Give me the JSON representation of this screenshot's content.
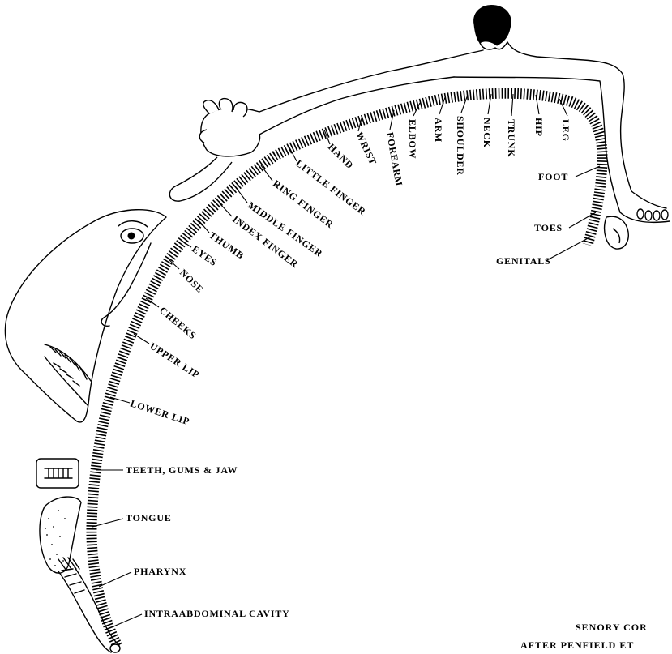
{
  "labels": {
    "leg": "LEG",
    "hip": "HIP",
    "trunk": "TRUNK",
    "neck": "NECK",
    "shoulder": "SHOULDER",
    "arm": "ARM",
    "elbow": "ELBOW",
    "forearm": "FOREARM",
    "wrist": "WRIST",
    "hand": "HAND",
    "little_finger": "LITTLE FINGER",
    "ring_finger": "RING FINGER",
    "middle_finger": "MIDDLE FINGER",
    "index_finger": "INDEX FINGER",
    "thumb": "THUMB",
    "eyes": "EYES",
    "nose": "NOSE",
    "cheeks": "CHEEKS",
    "upper_lip": "UPPER LIP",
    "lower_lip": "LOWER LIP",
    "teeth_gums_jaw": "TEETH, GUMS & JAW",
    "tongue": "TONGUE",
    "pharynx": "PHARYNX",
    "intraabdominal_cavity": "INTRAABDOMINAL CAVITY",
    "foot": "FOOT",
    "toes": "TOES",
    "genitals": "GENITALS"
  },
  "caption": {
    "line1": "SENORY COR",
    "line2": "AFTER PENFIELD ET"
  },
  "colors": {
    "ink": "#000000",
    "paper": "#ffffff"
  }
}
